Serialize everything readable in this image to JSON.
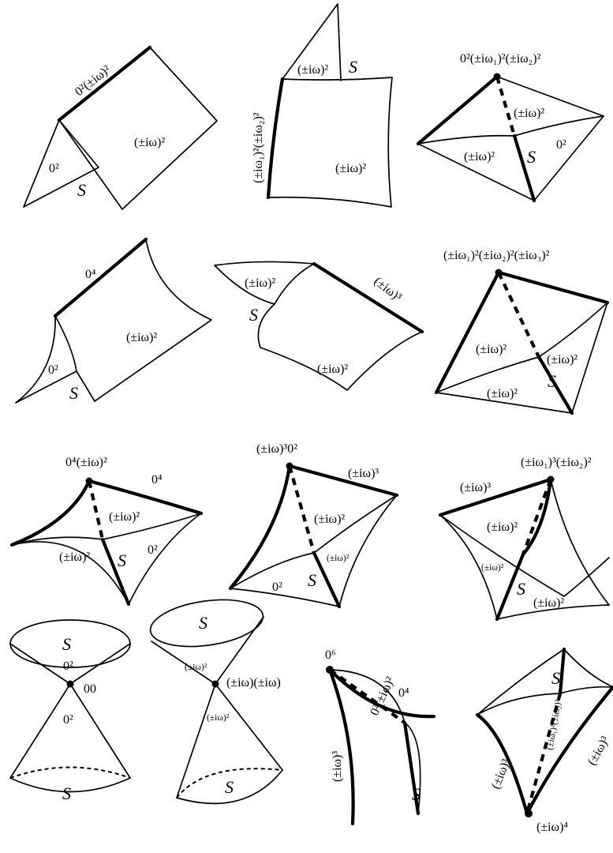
{
  "diagrams": [
    {
      "labels": [
        "0²(±iω)²",
        "(±iω)²",
        "0²",
        "S"
      ]
    },
    {
      "labels": [
        "(±iω)²",
        "S",
        "(±iω₁)²(±iω₂)²",
        "(±iω)²"
      ]
    },
    {
      "labels": [
        "0²(±iω₁)²(±iω₂)²",
        "(±iω)²",
        "(±iω)²",
        "S",
        "0²"
      ]
    },
    {
      "labels": [
        "0⁴",
        "(±iω)²",
        "0²",
        "S"
      ]
    },
    {
      "labels": [
        "(±iω)²",
        "S",
        "(±iω)³",
        "(±iω)²"
      ]
    },
    {
      "labels": [
        "(±iω₁)²(±iω₂)²(±iω₃)²",
        "(±iω)²",
        "(±iω)²",
        "(±iω)²",
        "S"
      ]
    },
    {
      "labels": [
        "0⁴(±iω)²",
        "0⁴",
        "(±iω)²",
        "0²",
        "(±iω)²",
        "S"
      ]
    },
    {
      "labels": [
        "(±iω)³0²",
        "(±iω)³",
        "(±iω)²",
        "(±iω)²",
        "S",
        "0²"
      ]
    },
    {
      "labels": [
        "(±iω₁)³(±iω₂)²",
        "(±iω)³",
        "(±iω)²",
        "(±iω)²",
        "S",
        "(±iω)²"
      ]
    },
    {
      "labels": [
        "S",
        "0²",
        "00",
        "0²",
        "S"
      ]
    },
    {
      "labels": [
        "S",
        "(±iω)²",
        "(±iω)(±iω)",
        "(±iω)²",
        "S"
      ]
    },
    {
      "labels": [
        "0⁶",
        "0⁴",
        "0²(±iω)²",
        "(±iω)³",
        "S"
      ]
    },
    {
      "labels": [
        "S",
        "(±iω₁)²(±iω₂)²",
        "(±iω)³",
        "(±iω)³",
        "(±iω)⁴"
      ]
    }
  ]
}
